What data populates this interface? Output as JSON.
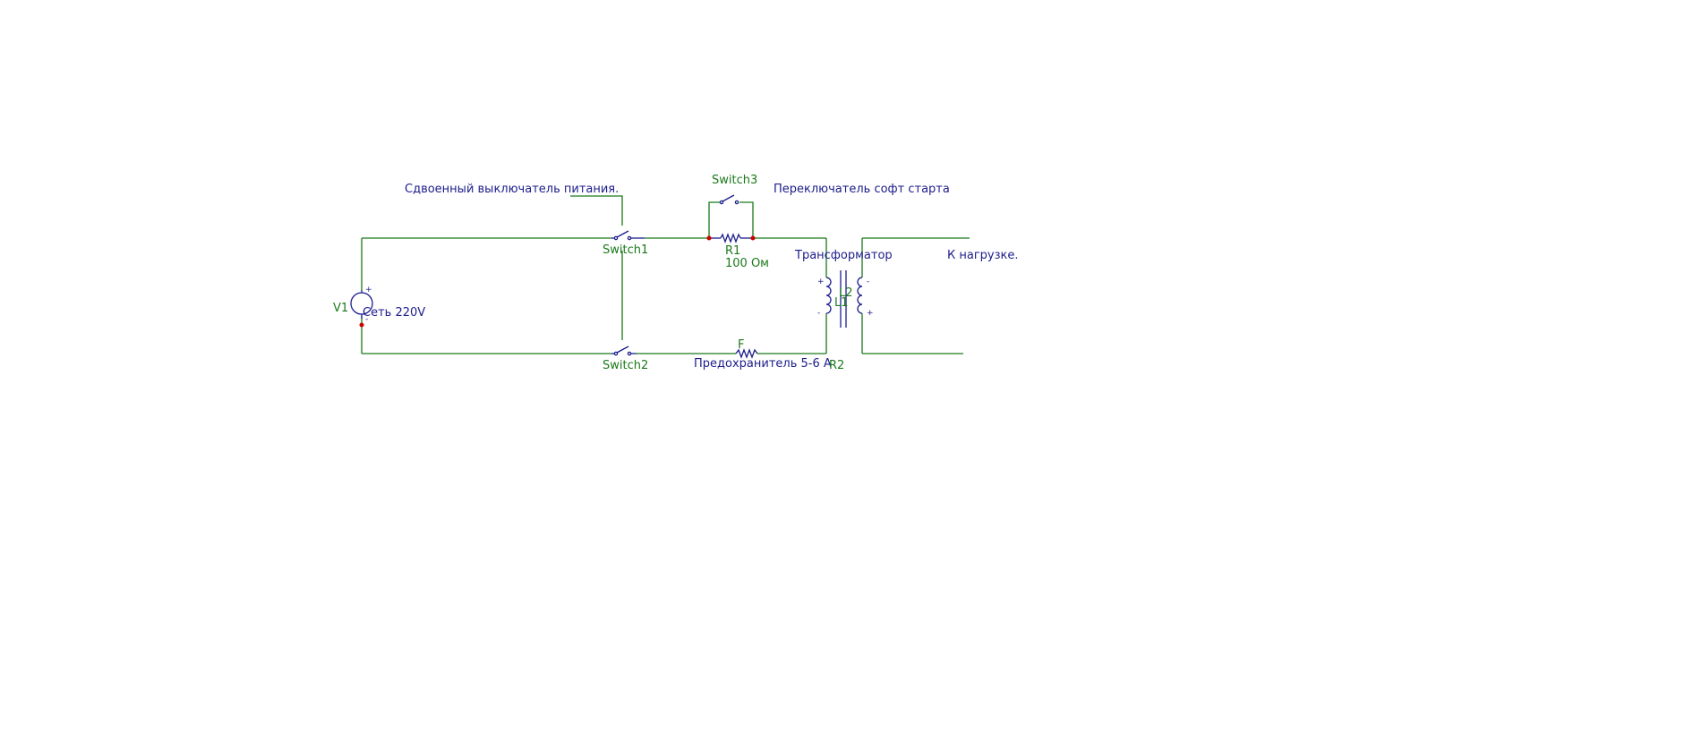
{
  "labels": {
    "note_double_switch": "Сдвоенный выключатель питания.",
    "note_soft_start": "Переключатель софт старта",
    "note_transformer": "Трансформатор",
    "note_load": "К нагрузке.",
    "note_fuse": "Предохранитель 5-6 А",
    "v1_ref": "V1",
    "v1_value": "Сеть 220V",
    "switch1_ref": "Switch1",
    "switch2_ref": "Switch2",
    "switch3_ref": "Switch3",
    "r1_ref": "R1",
    "r1_value": "100 Ом",
    "fuse_ref": "F",
    "r2_ref": "R2",
    "l1_ref": "L1",
    "l2_ref": "L2",
    "plus": "+",
    "minus": "-"
  },
  "colors": {
    "wire": "#1a7a1a",
    "component": "#1c1c8c",
    "node": "#cc0000"
  }
}
